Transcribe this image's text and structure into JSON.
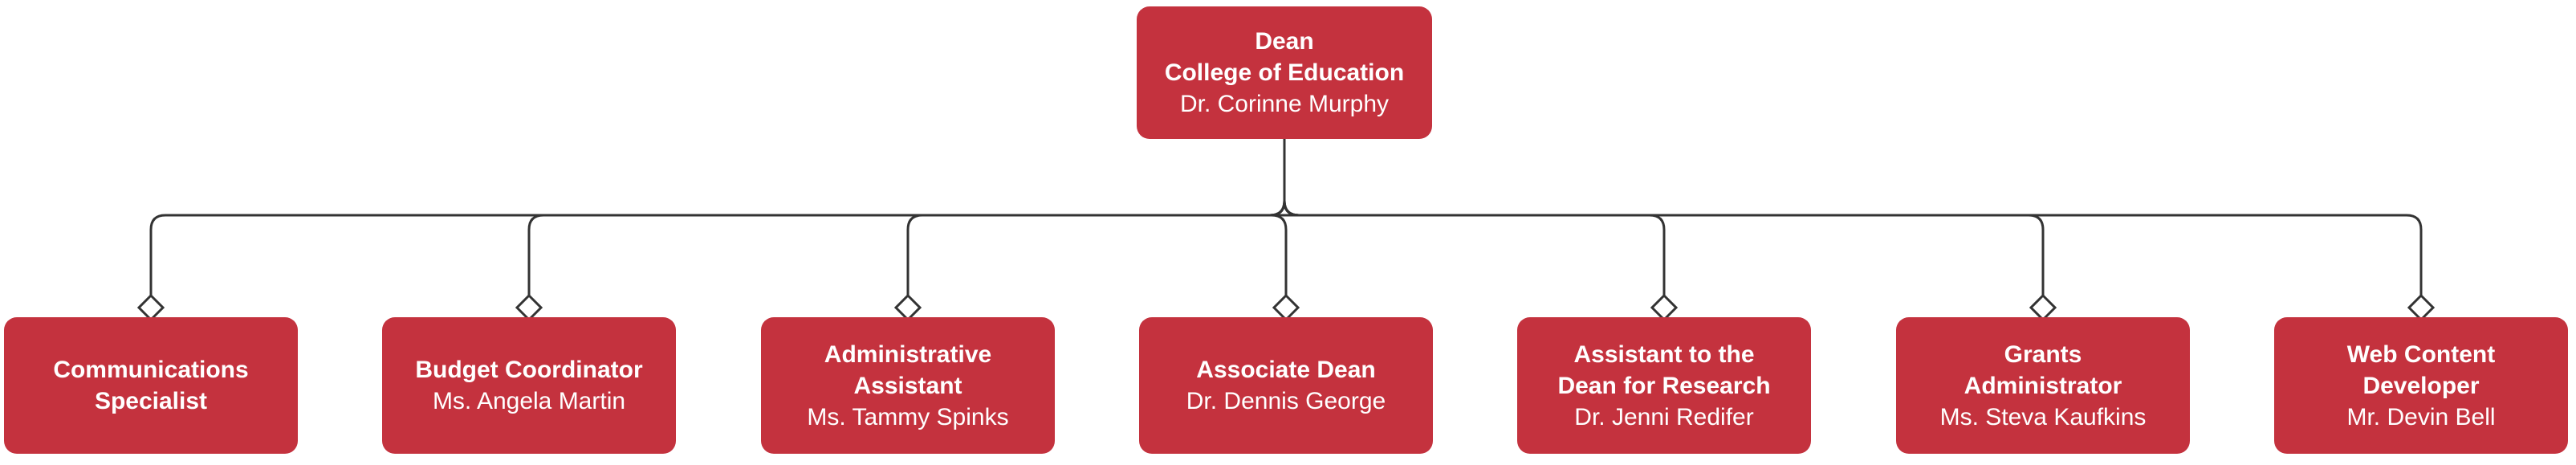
{
  "diagram": {
    "type": "org-chart",
    "colors": {
      "node_fill": "#C4323E",
      "node_text": "#FFFFFF",
      "connector_stroke": "#333333",
      "diamond_fill": "#FFFFFF",
      "background": "#FFFFFF"
    },
    "root": {
      "title_lines": [
        "Dean",
        "College of Education"
      ],
      "name": "Dr. Corinne Murphy"
    },
    "children": [
      {
        "title_lines": [
          "Communications",
          "Specialist"
        ],
        "name": ""
      },
      {
        "title_lines": [
          "Budget Coordinator"
        ],
        "name": "Ms. Angela Martin"
      },
      {
        "title_lines": [
          "Administrative",
          "Assistant"
        ],
        "name": "Ms. Tammy Spinks"
      },
      {
        "title_lines": [
          "Associate Dean"
        ],
        "name": "Dr. Dennis George"
      },
      {
        "title_lines": [
          "Assistant to the",
          "Dean for Research"
        ],
        "name": "Dr. Jenni Redifer"
      },
      {
        "title_lines": [
          "Grants",
          "Administrator"
        ],
        "name": "Ms. Steva Kaufkins"
      },
      {
        "title_lines": [
          "Web Content",
          "Developer"
        ],
        "name": "Mr. Devin Bell"
      }
    ]
  }
}
